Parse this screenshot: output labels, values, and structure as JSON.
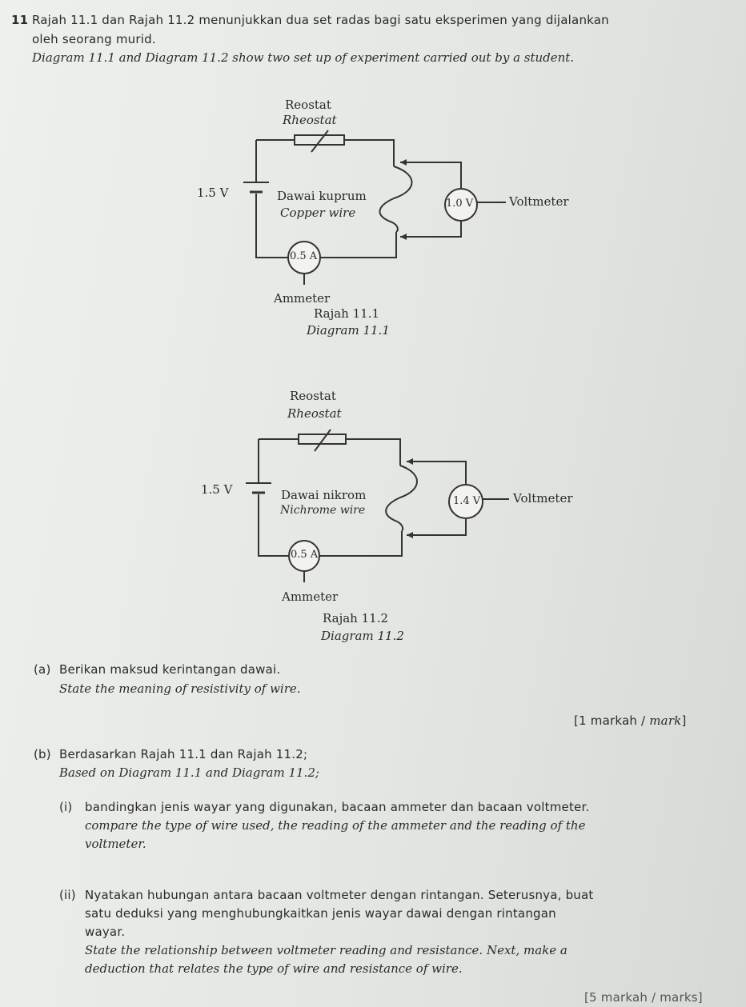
{
  "question": {
    "number": "11",
    "intro_ms_1": "Rajah 11.1 dan Rajah 11.2 menunjukkan dua set radas bagi satu eksperimen yang dijalankan",
    "intro_ms_2": "oleh seorang murid.",
    "intro_en": "Diagram 11.1 and Diagram 11.2 show two set up of experiment carried out by a student."
  },
  "diagram1": {
    "rheostat_ms": "Reostat",
    "rheostat_en": "Rheostat",
    "voltage": "1.5 V",
    "wire_ms": "Dawai kuprum",
    "wire_en": "Copper wire",
    "voltmeter_reading": "1.0 V",
    "voltmeter_label": "Voltmeter",
    "ammeter_reading": "0.5 A",
    "ammeter_label": "Ammeter",
    "caption_ms": "Rajah 11.1",
    "caption_en": "Diagram 11.1"
  },
  "diagram2": {
    "rheostat_ms": "Reostat",
    "rheostat_en": "Rheostat",
    "voltage": "1.5 V",
    "wire_ms": "Dawai nikrom",
    "wire_en": "Nichrome wire",
    "voltmeter_reading": "1.4 V",
    "voltmeter_label": "Voltmeter",
    "ammeter_reading": "0.5 A",
    "ammeter_label": "Ammeter",
    "caption_ms": "Rajah 11.2",
    "caption_en": "Diagram 11.2"
  },
  "part_a": {
    "label": "(a)",
    "ms": "Berikan maksud kerintangan dawai.",
    "en": "State the meaning of resistivity of wire.",
    "marks_ms": "[1 markah / ",
    "marks_en": "mark",
    "marks_close": "]"
  },
  "part_b": {
    "label": "(b)",
    "ms": "Berdasarkan Rajah 11.1 dan Rajah 11.2;",
    "en": "Based on Diagram 11.1 and Diagram 11.2;",
    "i_label": "(i)",
    "i_ms": "bandingkan jenis wayar yang digunakan, bacaan ammeter dan bacaan voltmeter.",
    "i_en_1": "compare the type of wire used, the reading of the ammeter and the reading of the",
    "i_en_2": "voltmeter.",
    "ii_label": "(ii)",
    "ii_ms_1": "Nyatakan hubungan antara bacaan voltmeter dengan rintangan. Seterusnya, buat",
    "ii_ms_2": "satu deduksi yang menghubungkaitkan jenis wayar dawai dengan rintangan",
    "ii_ms_3": "wayar.",
    "ii_en_1": "State the relationship between voltmeter reading and resistance. Next, make a",
    "ii_en_2": "deduction that relates the type of wire and resistance of wire.",
    "marks": "[5 markah / marks]"
  }
}
